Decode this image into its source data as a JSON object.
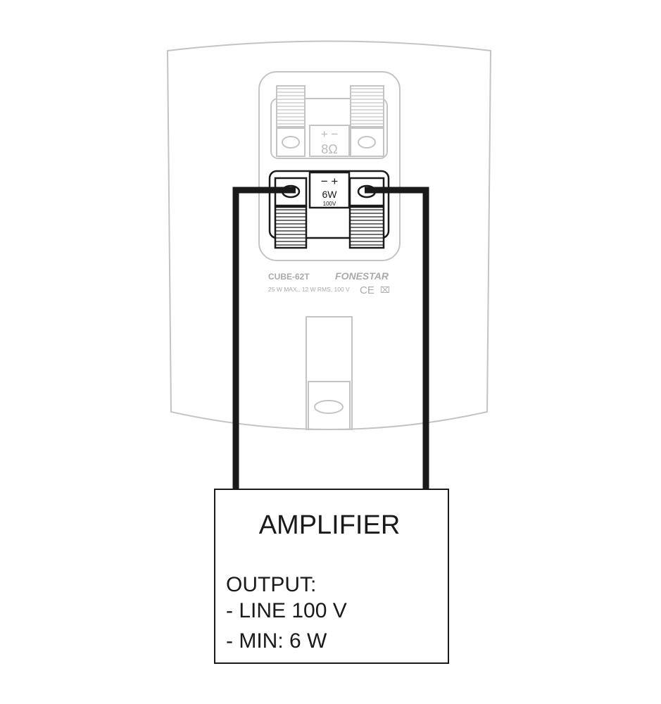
{
  "speaker": {
    "model": "CUBE-62T",
    "brand": "FONESTAR",
    "specs": "25 W MAX., 12 W RMS, 100 V",
    "cert_marks": "CE",
    "upper_terminal": {
      "polarity": "+  −",
      "impedance": "8Ω"
    },
    "lower_terminal": {
      "polarity": "−  +",
      "power": "6W",
      "voltage": "100V"
    }
  },
  "amplifier": {
    "title": "AMPLIFIER",
    "output_label": "OUTPUT:",
    "lines": [
      "- LINE 100 V",
      "- MIN: 6 W"
    ]
  },
  "colors": {
    "faded": "#c4c4c4",
    "wire": "#1a1a1a"
  }
}
